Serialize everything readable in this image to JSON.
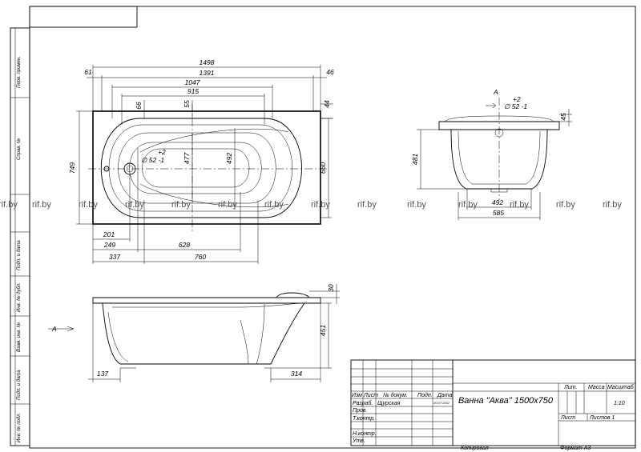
{
  "dimensions": {
    "d1498": "1498",
    "d1391": "1391",
    "d1047": "1047",
    "d915": "915",
    "d61": "61",
    "d46": "46",
    "d66": "66",
    "d55": "55",
    "d44": "44",
    "d749": "749",
    "d477": "477",
    "d492": "492",
    "d660": "660",
    "drain_tol_plus": "+2",
    "drain_diam": "∅ 52 -1",
    "d201": "201",
    "d249": "249",
    "d628": "628",
    "d337": "337",
    "d760": "760",
    "d30": "30",
    "d451": "451",
    "d137": "137",
    "d314": "314",
    "end_tol_plus": "+2",
    "end_drain_diam": "∅ 52 -1",
    "d45": "45",
    "d481": "481",
    "d492b": "492",
    "d585": "585",
    "view_arrow": "A",
    "view_label": "A"
  },
  "watermark": "rif.by",
  "side_stamp": [
    "Перв. примен.",
    "Справ. №",
    "Подп. и дата",
    "Инв. № дубл.",
    "Взам. инв. №",
    "Подп. и дата",
    "Инв. № подл."
  ],
  "title_block": {
    "title": "Ванна \"Аква\" 1500x750",
    "header": [
      "Изм",
      "Лист",
      "№ докум.",
      "Подп.",
      "Дата"
    ],
    "rows": [
      "Разраб.",
      "Пров.",
      "Т.контр.",
      "",
      "Н.контр.",
      "Утв."
    ],
    "developer": "Щурская",
    "date": "20.07.2012",
    "lit_label": "Лит.",
    "mass_label": "Масса",
    "scale_label": "Масштаб",
    "scale_value": "1:10",
    "sheet_label": "Лист",
    "sheets_label": "Листов 1",
    "copied": "Копировал",
    "format": "Формат А3"
  }
}
